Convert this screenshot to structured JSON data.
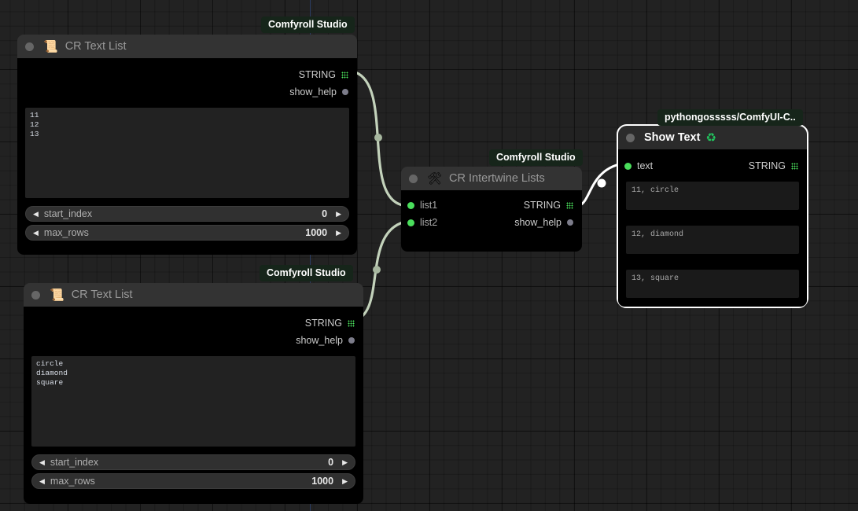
{
  "app": {
    "name": "ComfyUI node graph",
    "background_color": "#222222",
    "grid_color": "#1c1c1c",
    "ruler_color": "#2b3d63",
    "link_color": "#c3d2bb",
    "link_color_selected": "#ffffff",
    "accent_green": "#4ade5c"
  },
  "nodes": {
    "text_list_1": {
      "badge": "Comfyroll Studio",
      "title": "CR Text List",
      "icon": "scroll-icon",
      "icon_glyph": "📜",
      "outputs": [
        {
          "label": "STRING",
          "slot_icon": "grid-dots-icon"
        },
        {
          "label": "show_help",
          "slot_icon": "circle-dot-icon"
        }
      ],
      "multiline_text": "11\n12\n13",
      "widgets": [
        {
          "name": "start_index",
          "value": "0"
        },
        {
          "name": "max_rows",
          "value": "1000"
        }
      ]
    },
    "text_list_2": {
      "badge": "Comfyroll Studio",
      "title": "CR Text List",
      "icon": "scroll-icon",
      "icon_glyph": "📜",
      "outputs": [
        {
          "label": "STRING",
          "slot_icon": "grid-dots-icon"
        },
        {
          "label": "show_help",
          "slot_icon": "circle-dot-icon"
        }
      ],
      "multiline_text": "circle\ndiamond\nsquare",
      "widgets": [
        {
          "name": "start_index",
          "value": "0"
        },
        {
          "name": "max_rows",
          "value": "1000"
        }
      ]
    },
    "intertwine": {
      "badge": "Comfyroll Studio",
      "title": "CR Intertwine Lists",
      "icon": "tools-icon",
      "icon_glyph": "🛠",
      "inputs": [
        {
          "label": "list1"
        },
        {
          "label": "list2"
        }
      ],
      "outputs": [
        {
          "label": "STRING",
          "slot_icon": "grid-dots-icon"
        },
        {
          "label": "show_help",
          "slot_icon": "circle-dot-icon"
        }
      ]
    },
    "show_text": {
      "badge": "pythongosssss/ComfyUI-C..",
      "title": "Show Text",
      "title_suffix": "♻",
      "suffix_icon": "refresh-recycle-icon",
      "selected": true,
      "inputs": [
        {
          "label": "text"
        }
      ],
      "outputs": [
        {
          "label": "STRING",
          "slot_icon": "grid-dots-icon"
        }
      ],
      "results": [
        "11, circle",
        "12, diamond",
        "13, square"
      ]
    }
  }
}
